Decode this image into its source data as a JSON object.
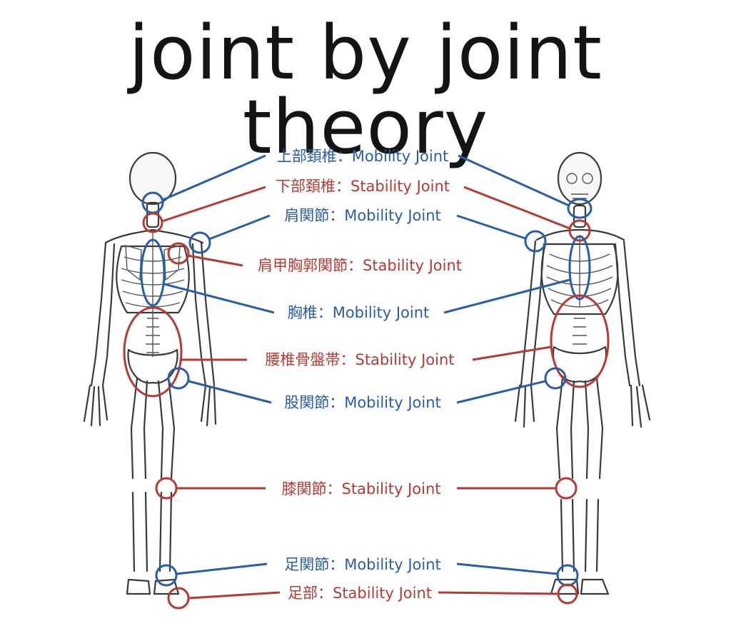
{
  "title": "joint by joint theory",
  "colors": {
    "mobility": "#2a5da8",
    "stability": "#b63a33"
  },
  "joints": [
    {
      "id": "upper-cervical",
      "text": "上部頚椎：Mobility Joint",
      "type": "mobility"
    },
    {
      "id": "lower-cervical",
      "text": "下部頚椎：Stability Joint",
      "type": "stability"
    },
    {
      "id": "shoulder",
      "text": "肩関節：Mobility Joint",
      "type": "mobility"
    },
    {
      "id": "scapulothoracic",
      "text": "肩甲胸郭関節：Stability Joint",
      "type": "stability"
    },
    {
      "id": "thoracic",
      "text": "胸椎：Mobility Joint",
      "type": "mobility"
    },
    {
      "id": "lumbopelvic",
      "text": "腰椎骨盤帯：Stability Joint",
      "type": "stability"
    },
    {
      "id": "hip",
      "text": "股関節：Mobility Joint",
      "type": "mobility"
    },
    {
      "id": "knee",
      "text": "膝関節：Stability Joint",
      "type": "stability"
    },
    {
      "id": "ankle",
      "text": "足関節：Mobility Joint",
      "type": "mobility"
    },
    {
      "id": "foot",
      "text": "足部：Stability Joint",
      "type": "stability"
    }
  ]
}
